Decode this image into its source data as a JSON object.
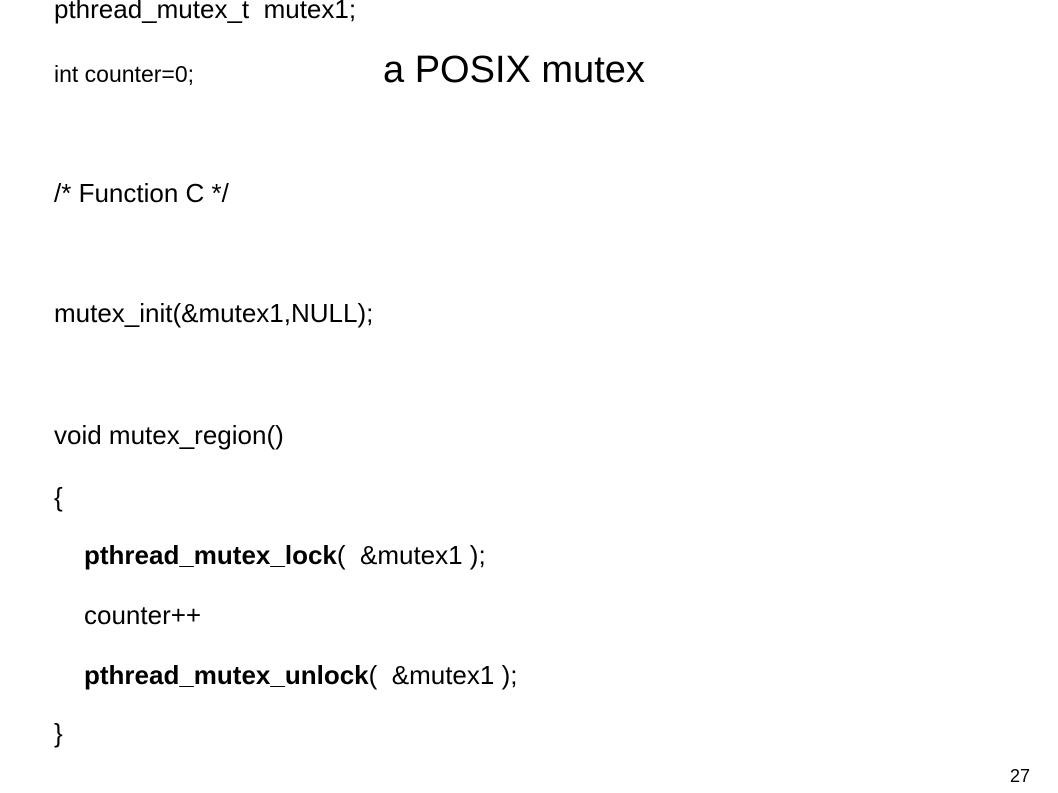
{
  "slide": {
    "title": "a POSIX mutex",
    "page_number": "27",
    "code": {
      "line1": "pthread_mutex_t  mutex1;",
      "line2": "int counter=0;",
      "line3": "/* Function C */",
      "line4": "mutex_init(&mutex1,NULL);",
      "line5": "void mutex_region()",
      "line6": "{",
      "line7_fn": "pthread_mutex_lock",
      "line7_args": "(  &mutex1 );",
      "line8": "counter++",
      "line9_fn": "pthread_mutex_unlock",
      "line9_args": "(  &mutex1 );",
      "line10": "}"
    }
  }
}
